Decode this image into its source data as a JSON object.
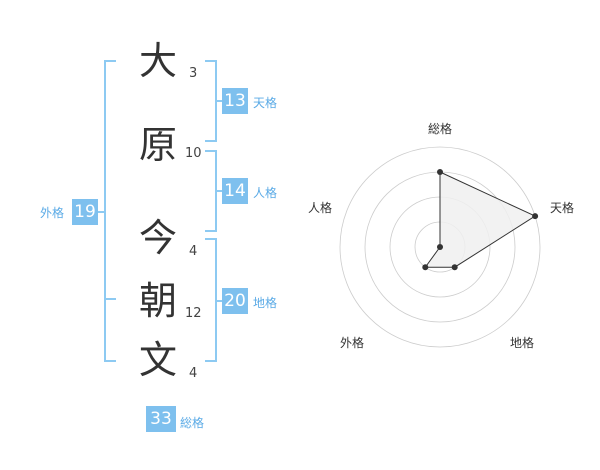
{
  "name": {
    "characters": [
      {
        "char": "大",
        "strokes": "3"
      },
      {
        "char": "原",
        "strokes": "10"
      },
      {
        "char": "今",
        "strokes": "4"
      },
      {
        "char": "朝",
        "strokes": "12"
      },
      {
        "char": "文",
        "strokes": "4"
      }
    ]
  },
  "kakusu": {
    "tenkaku": {
      "value": "13",
      "label": "天格"
    },
    "jinkaku": {
      "value": "14",
      "label": "人格"
    },
    "chikaku": {
      "value": "20",
      "label": "地格"
    },
    "gaikaku": {
      "value": "19",
      "label": "外格"
    },
    "soukaku": {
      "value": "33",
      "label": "総格"
    }
  },
  "chart_data": {
    "type": "radar",
    "axes": [
      "総格",
      "天格",
      "地格",
      "外格",
      "人格"
    ],
    "values": [
      3,
      4,
      1,
      1,
      0
    ],
    "max": 4,
    "rings": 4,
    "colors": {
      "fill": "#f0f0f0",
      "stroke": "#333333",
      "grid": "#cccccc"
    }
  }
}
